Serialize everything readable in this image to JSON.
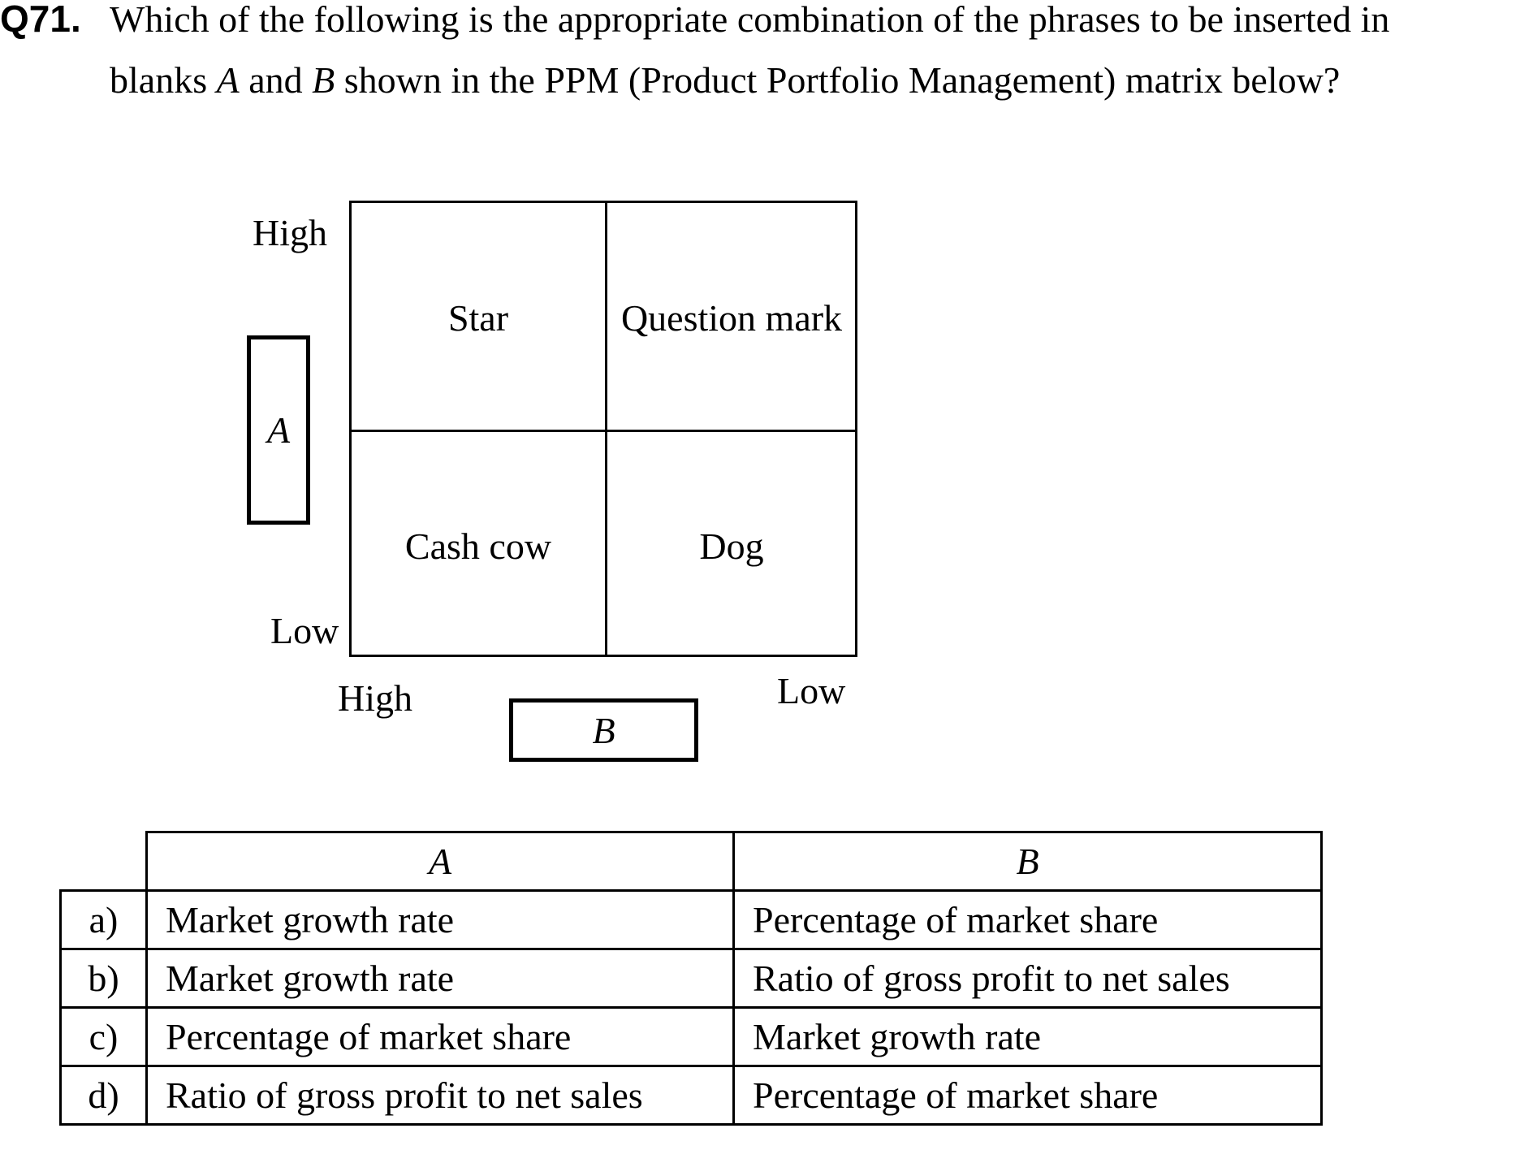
{
  "question": {
    "number": "Q71.",
    "line1": "Which of the following is the appropriate combination of the phrases to be inserted in",
    "line2_start": "blanks ",
    "line2_a": "A",
    "line2_mid": " and ",
    "line2_b": "B",
    "line2_end": " shown in the PPM (Product Portfolio Management) matrix below?"
  },
  "matrix": {
    "cells": {
      "top_left": "Star",
      "top_right": "Question mark",
      "bottom_left": "Cash cow",
      "bottom_right": "Dog"
    },
    "y_axis": {
      "high": "High",
      "low": "Low",
      "blank": "A"
    },
    "x_axis": {
      "high": "High",
      "low": "Low",
      "blank": "B"
    }
  },
  "table": {
    "header_a": "A",
    "header_b": "B",
    "rows": [
      {
        "label": "a)",
        "a": "Market growth rate",
        "b": "Percentage of market share"
      },
      {
        "label": "b)",
        "a": "Market growth rate",
        "b": "Ratio of gross profit to net sales"
      },
      {
        "label": "c)",
        "a": "Percentage of market share",
        "b": "Market growth rate"
      },
      {
        "label": "d)",
        "a": "Ratio of gross profit to net sales",
        "b": "Percentage of market share"
      }
    ]
  }
}
